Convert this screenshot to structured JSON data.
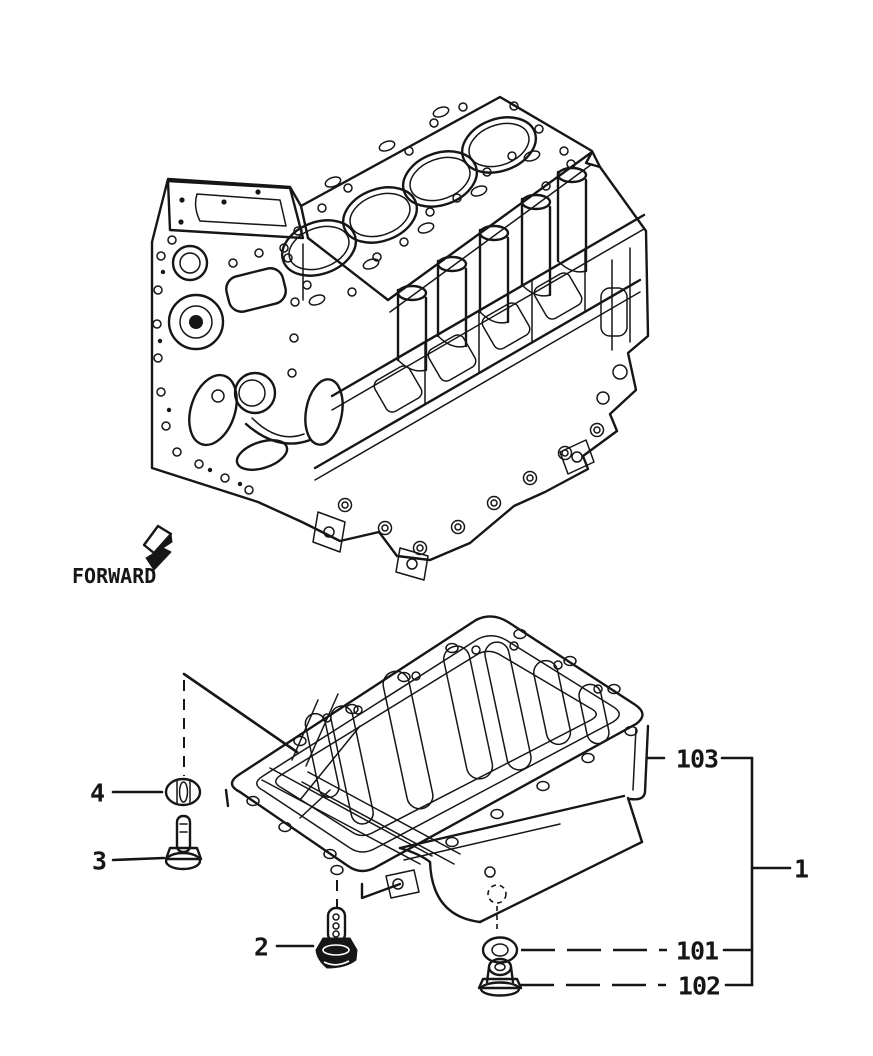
{
  "diagram": {
    "colors": {
      "background": "#ffffff",
      "ink": "#161616"
    },
    "direction_label": "FORWARD",
    "callouts": {
      "c4": "4",
      "c3": "3",
      "c2": "2",
      "c103": "103",
      "c101": "101",
      "c102": "102",
      "c1": "1"
    }
  }
}
